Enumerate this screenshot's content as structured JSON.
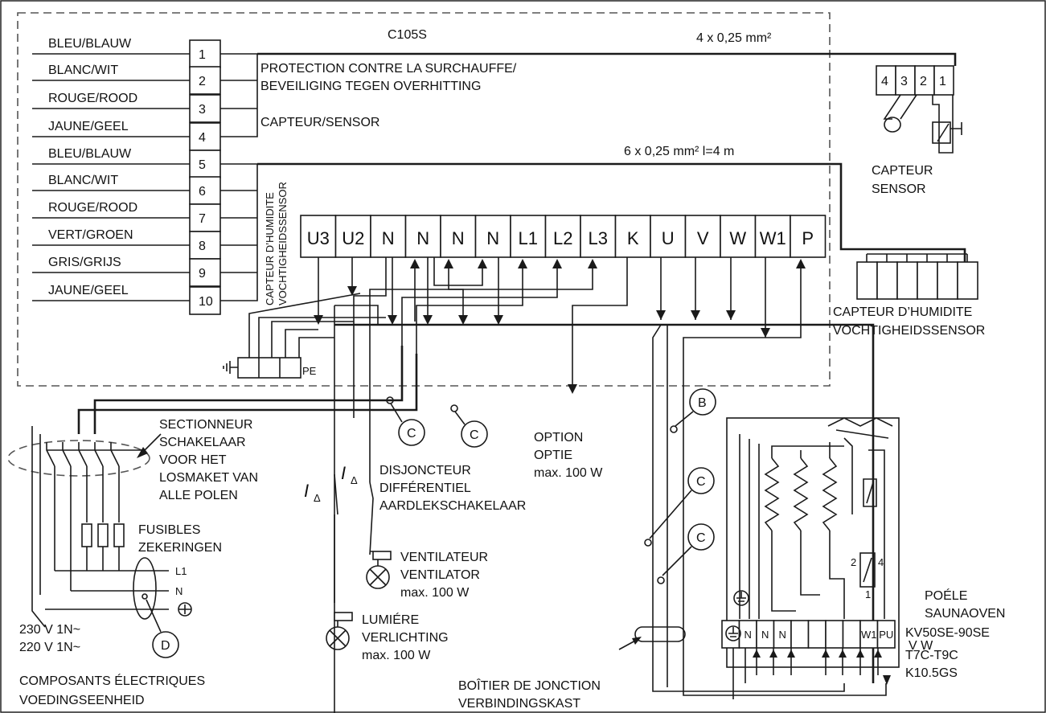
{
  "controller": {
    "model": "C105S",
    "cable_top": "4 x 0,25 mm²",
    "cable_mid": "6 x 0,25 mm²  l=4 m",
    "protection_line1": "PROTECTION CONTRE LA SURCHAUFFE/",
    "protection_line2": "BEVEILIGING TEGEN OVERHITTING",
    "sensor_label": "CAPTEUR/SENSOR",
    "humidity_vertical_1": "CAPTEUR D’HUMIDITE",
    "humidity_vertical_2": "VOCHTIGHEIDSSENSOR",
    "pe_label": "PE"
  },
  "wires": [
    {
      "num": "1",
      "color": "BLEU/BLAUW"
    },
    {
      "num": "2",
      "color": "BLANC/WIT"
    },
    {
      "num": "3",
      "color": "ROUGE/ROOD"
    },
    {
      "num": "4",
      "color": "JAUNE/GEEL"
    },
    {
      "num": "5",
      "color": "BLEU/BLAUW"
    },
    {
      "num": "6",
      "color": "BLANC/WIT"
    },
    {
      "num": "7",
      "color": "ROUGE/ROOD"
    },
    {
      "num": "8",
      "color": "VERT/GROEN"
    },
    {
      "num": "9",
      "color": "GRIS/GRIJS"
    },
    {
      "num": "10",
      "color": "JAUNE/GEEL"
    }
  ],
  "terminals": [
    "U3",
    "U2",
    "N",
    "N",
    "N",
    "N",
    "L1",
    "L2",
    "L3",
    "K",
    "U",
    "V",
    "W",
    "W1",
    "P"
  ],
  "sensor": {
    "terminals": [
      "4",
      "3",
      "2",
      "1"
    ],
    "label1": "CAPTEUR",
    "label2": "SENSOR"
  },
  "humidity_sensor": {
    "label1": "CAPTEUR D’HUMIDITE",
    "label2": "VOCHTIGHEIDSSENSOR"
  },
  "switch": {
    "line1": "SECTIONNEUR",
    "line2": "SCHAKELAAR",
    "line3": "VOOR HET",
    "line4": "LOSMAKET VAN",
    "line5": "ALLE POLEN"
  },
  "fuses": {
    "line1": "FUSIBLES",
    "line2": "ZEKERINGEN"
  },
  "supply": {
    "l1": "L1",
    "n": "N",
    "v1": "230 V 1N~",
    "v2": "220 V 1N~",
    "components1": "COMPOSANTS ÉLECTRIQUES",
    "components2": "VOEDINGSEENHEID"
  },
  "rcd": {
    "line1": "DISJONCTEUR",
    "line2": "DIFFÉRENTIEL",
    "line3": "AARDLEKSCHAKELAAR",
    "symbol": "I"
  },
  "option": {
    "line1": "OPTION",
    "line2": "OPTIE",
    "line3": "max. 100 W"
  },
  "fan": {
    "line1": "VENTILATEUR",
    "line2": "VENTILATOR",
    "line3": "max. 100 W"
  },
  "light": {
    "line1": "LUMIÉRE",
    "line2": "VERLICHTING",
    "line3": "max. 100 W"
  },
  "junction": {
    "line1": "BOÎTIER DE JONCTION",
    "line2": "VERBINDINGSKAST"
  },
  "heater": {
    "line1": "POÉLE",
    "line2": "SAUNAOVEN",
    "line3": "KV50SE-90SE",
    "line4": "T7C-T9C",
    "line5": "K10.5GS",
    "extra": "V W",
    "terminals": [
      "",
      "N",
      "N",
      "N",
      "",
      "",
      "",
      "",
      "W1",
      "PU"
    ],
    "num2": "2",
    "num4": "4",
    "num1": "1"
  },
  "cable_tags": {
    "B": "B",
    "C": "C",
    "D": "D"
  }
}
